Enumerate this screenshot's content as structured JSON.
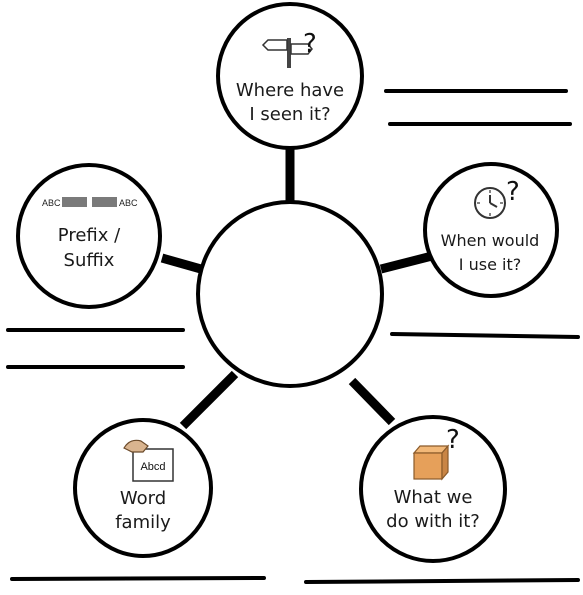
{
  "diagram": {
    "center": {
      "text": ""
    },
    "nodes": [
      {
        "id": "where",
        "lines": [
          "Where have",
          "I seen it?"
        ],
        "icon": "signpost-question-icon"
      },
      {
        "id": "when",
        "lines": [
          "When would",
          "I use it?"
        ],
        "icon": "clock-question-icon"
      },
      {
        "id": "what",
        "lines": [
          "What we",
          "do with it?"
        ],
        "icon": "box-question-icon"
      },
      {
        "id": "word-family",
        "lines": [
          "Word",
          "family"
        ],
        "icon": "hand-card-icon"
      },
      {
        "id": "prefix-suffix",
        "lines": [
          "Prefix /",
          "Suffix"
        ],
        "icon": "prefix-suffix-icon"
      }
    ],
    "icon_text": {
      "prefix_left": "ABC",
      "prefix_right": "ABC",
      "word_card": "Abcd",
      "question_mark": "?"
    },
    "colors": {
      "stroke": "#000000",
      "box_fill": "#e6a05a",
      "box_top": "#f2b878",
      "clock_stroke": "#333333",
      "bar_fill": "#7a7a7a"
    }
  }
}
